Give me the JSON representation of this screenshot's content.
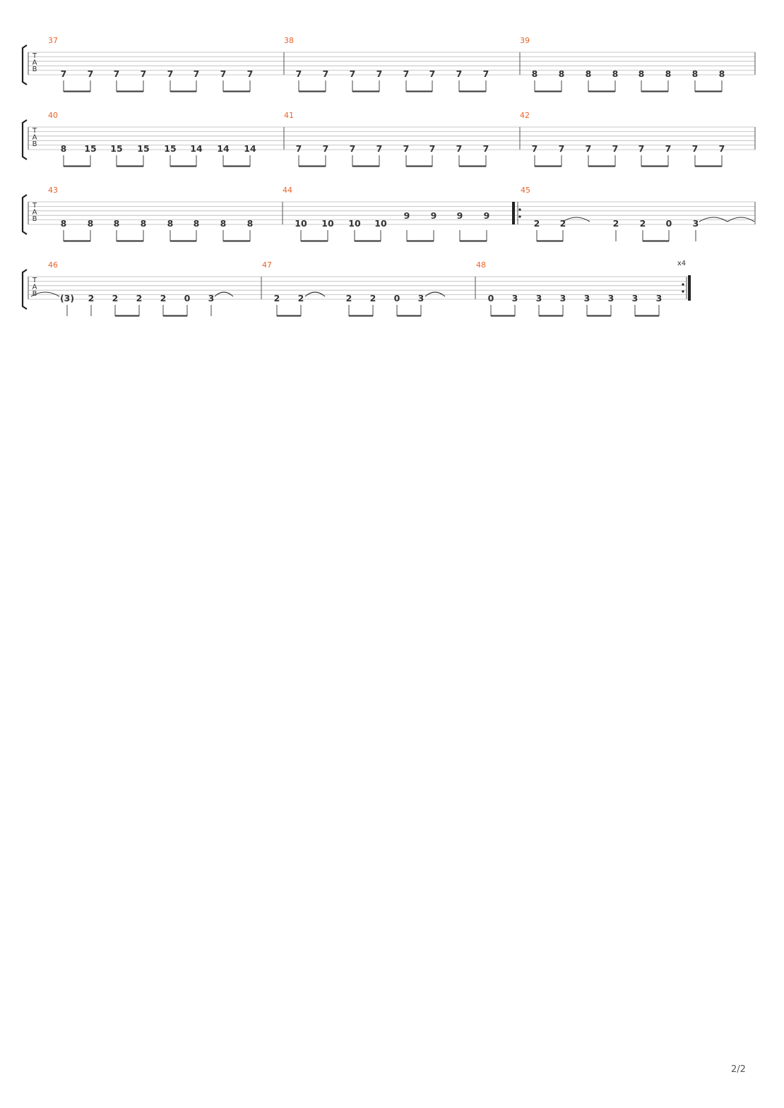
{
  "page": {
    "number": "2/2"
  },
  "tab_label": [
    "T",
    "A",
    "B"
  ],
  "repeat_count": "x4",
  "systems": [
    {
      "measures": [
        {
          "number": "37",
          "notes": [
            "7",
            "7",
            "7",
            "7",
            "7",
            "7",
            "7",
            "7"
          ]
        },
        {
          "number": "38",
          "notes": [
            "7",
            "7",
            "7",
            "7",
            "7",
            "7",
            "7",
            "7"
          ]
        },
        {
          "number": "39",
          "notes": [
            "8",
            "8",
            "8",
            "8",
            "8",
            "8",
            "8",
            "8"
          ]
        }
      ]
    },
    {
      "measures": [
        {
          "number": "40",
          "notes": [
            "8",
            "15",
            "15",
            "15",
            "15",
            "14",
            "14",
            "14"
          ]
        },
        {
          "number": "41",
          "notes": [
            "7",
            "7",
            "7",
            "7",
            "7",
            "7",
            "7",
            "7"
          ]
        },
        {
          "number": "42",
          "notes": [
            "7",
            "7",
            "7",
            "7",
            "7",
            "7",
            "7",
            "7"
          ]
        }
      ]
    },
    {
      "measures": [
        {
          "number": "43",
          "notes": [
            "8",
            "8",
            "8",
            "8",
            "8",
            "8",
            "8",
            "8"
          ]
        },
        {
          "number": "44",
          "notes": [
            "10",
            "10",
            "10",
            "10",
            "9",
            "9",
            "9",
            "9"
          ],
          "string_rows": [
            3,
            3,
            3,
            3,
            2,
            2,
            2,
            2
          ]
        },
        {
          "number": "45",
          "notes": [
            "2",
            "2",
            "2",
            "2",
            "0",
            "3"
          ],
          "repeat_start": true
        }
      ]
    },
    {
      "measures": [
        {
          "number": "46",
          "notes": [
            "(3)",
            "2",
            "2",
            "2",
            "2",
            "0",
            "3"
          ]
        },
        {
          "number": "47",
          "notes": [
            "2",
            "2",
            "2",
            "2",
            "0",
            "3"
          ]
        },
        {
          "number": "48",
          "notes": [
            "0",
            "3",
            "3",
            "3",
            "3",
            "3",
            "3",
            "3"
          ],
          "repeat_end": true
        }
      ]
    }
  ]
}
